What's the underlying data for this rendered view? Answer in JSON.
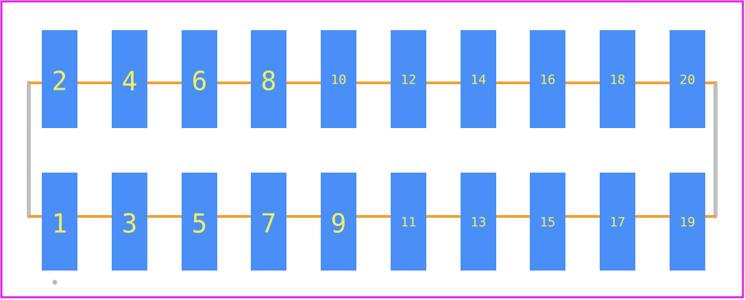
{
  "colors": {
    "background": "#ffffff",
    "outline": "#e020e0",
    "pad": "#4a8ef8",
    "pad_label": "#f0f060",
    "trace": "#f0a030",
    "silkscreen": "#c0c0c0",
    "marker": "#b8b8b8"
  },
  "pads": {
    "top_row": [
      "2",
      "4",
      "6",
      "8",
      "10",
      "12",
      "14",
      "16",
      "18",
      "20"
    ],
    "bottom_row": [
      "1",
      "3",
      "5",
      "7",
      "9",
      "11",
      "13",
      "15",
      "17",
      "19"
    ]
  },
  "pin1_marker": "dot"
}
